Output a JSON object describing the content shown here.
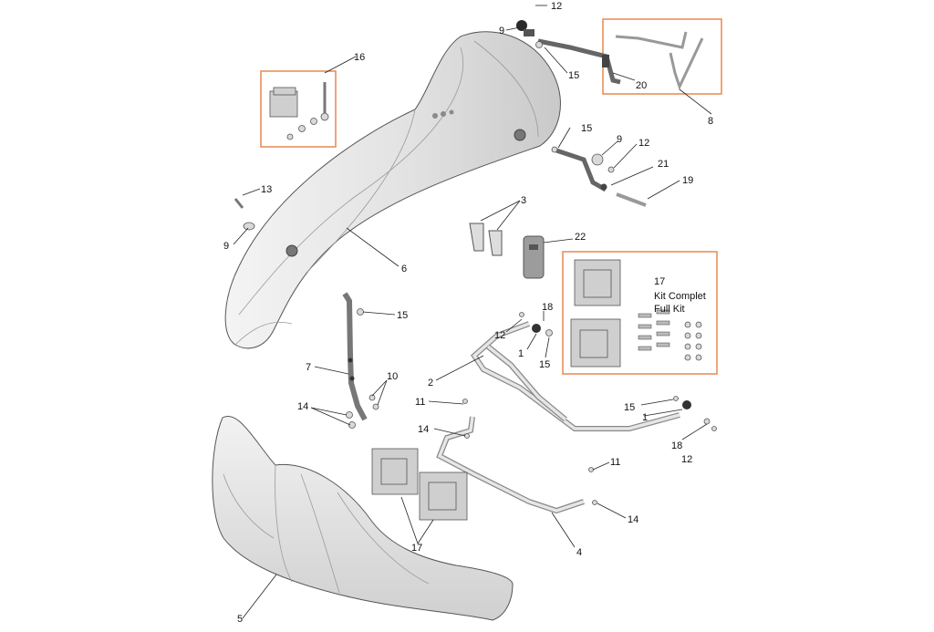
{
  "colors": {
    "kit_frame": "#e8894f",
    "part_fill": "#e6e6e6",
    "outline": "#555555",
    "label": "#111111"
  },
  "kit": {
    "number": "17",
    "line1": "Kit Complet",
    "line2": "Full Kit"
  },
  "callouts": {
    "c1a": "1",
    "c1b": "1",
    "c2": "2",
    "c3": "3",
    "c4": "4",
    "c5": "5",
    "c6": "6",
    "c7": "7",
    "c8": "8",
    "c9a": "9",
    "c9b": "9",
    "c9c": "9",
    "c10": "10",
    "c11a": "11",
    "c11b": "11",
    "c12a": "12",
    "c12b": "12",
    "c12c": "12",
    "c12d": "12",
    "c13": "13",
    "c14a": "14",
    "c14b": "14",
    "c14c": "14",
    "c15a": "15",
    "c15b": "15",
    "c15c": "15",
    "c15d": "15",
    "c15e": "15",
    "c16": "16",
    "c17b": "17",
    "c18a": "18",
    "c18b": "18",
    "c19": "19",
    "c20": "20",
    "c21": "21",
    "c22": "22"
  }
}
